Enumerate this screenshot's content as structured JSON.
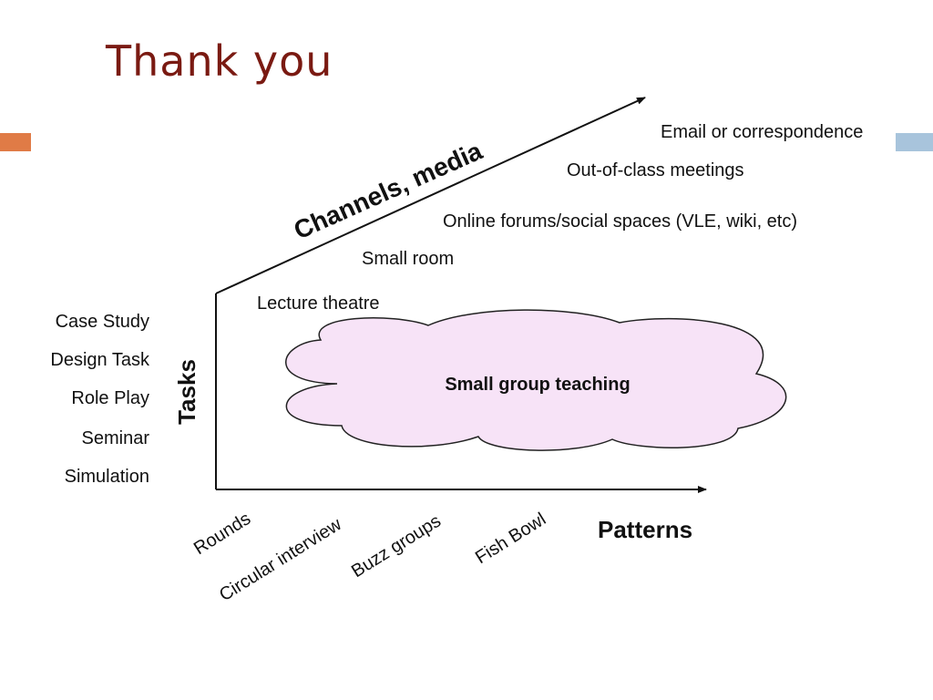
{
  "slide": {
    "title": "Thank you",
    "accent_left_color": "#e07b46",
    "accent_right_color": "#a8c4dc"
  },
  "diagram": {
    "channels_axis_label": "Channels, media",
    "channels": [
      "Email or correspondence",
      "Out-of-class meetings",
      "Online forums/social spaces (VLE, wiki, etc)",
      "Small room",
      "Lecture theatre"
    ],
    "tasks_axis_label": "Tasks",
    "tasks": [
      "Case Study",
      "Design Task",
      "Role Play",
      "Seminar",
      "Simulation"
    ],
    "patterns_axis_label": "Patterns",
    "patterns": [
      "Rounds",
      "Circular interview",
      "Buzz groups",
      "Fish Bowl"
    ],
    "center_label": "Small group teaching",
    "cloud_color": "#f7e3f7"
  }
}
